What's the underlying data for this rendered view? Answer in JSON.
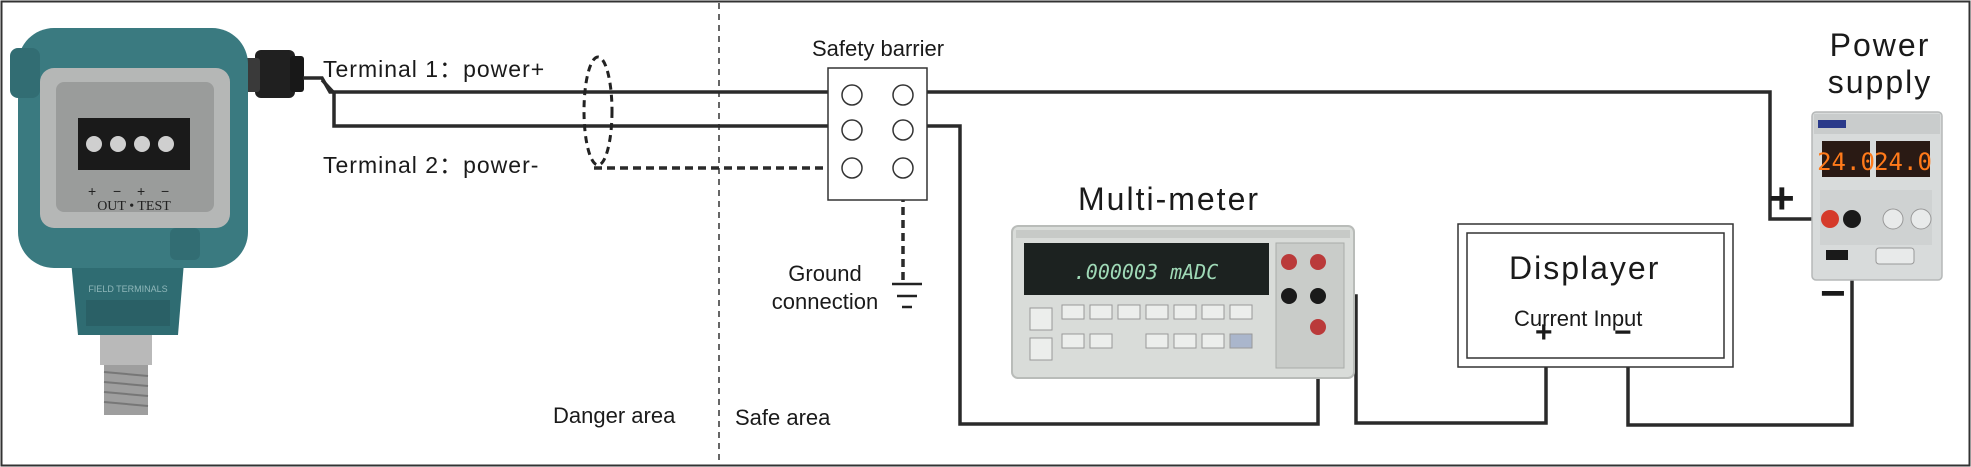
{
  "labels": {
    "terminal1": "Terminal 1：power+",
    "terminal2": "Terminal 2：power-",
    "safety_barrier": "Safety barrier",
    "ground_line1": "Ground",
    "ground_line2": "connection",
    "danger_area": "Danger area",
    "safe_area": "Safe area",
    "multimeter": "Multi-meter",
    "displayer": "Displayer",
    "current_input": "Current Input",
    "power_supply_line1": "Power",
    "power_supply_line2": "supply",
    "plus": "+",
    "minus": "−"
  },
  "devices": {
    "transmitter_markings": [
      "+",
      "−",
      "+",
      "−"
    ],
    "transmitter_terminal_label": "OUT • TEST",
    "transmitter_body_text": "FIELD TERMINALS",
    "multimeter_reading": ".000003 mADC",
    "power_supply_display_left": "24.0",
    "power_supply_display_right": "24.0"
  },
  "colors": {
    "wire": "#2a2a2a",
    "transmitter_body": "#3a7a80",
    "multimeter_body": "#d9dcd9",
    "multimeter_display": "#1c2220",
    "multimeter_digits": "#9fd9b6",
    "power_supply_body": "#d8dbdb",
    "power_supply_display": "#2a1a14",
    "power_supply_digits": "#ff7a1a",
    "border": "#333333"
  }
}
